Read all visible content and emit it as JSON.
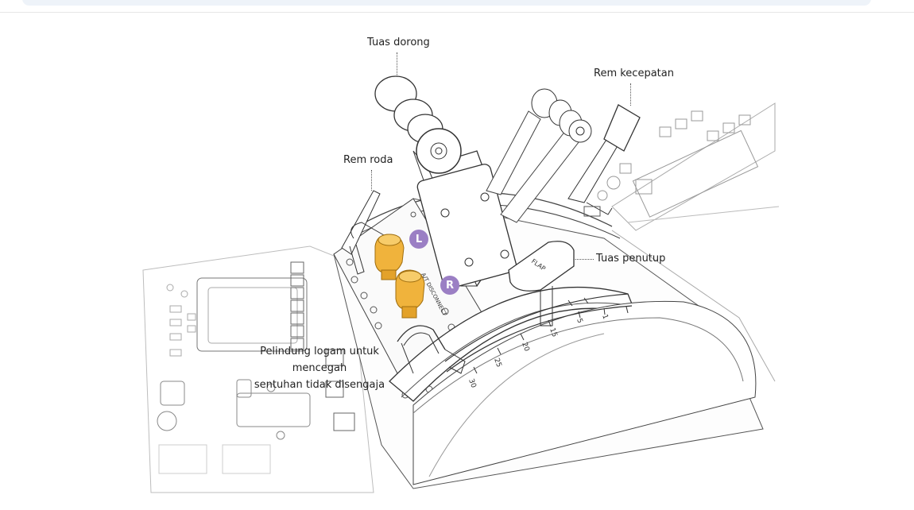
{
  "labels": {
    "thrust_lever": "Tuas dorong",
    "speed_brake": "Rem kecepatan",
    "parking_brake": "Rem roda",
    "flap_lever": "Tuas penutup",
    "guard_line1": "Pelindung logam untuk mencegah",
    "guard_line2": "sentuhan tidak disengaja"
  },
  "badges": {
    "left": "L",
    "right": "R"
  },
  "quadrant": {
    "flap_plate": "FLAP",
    "autothrottle": "A/T DISCONNECT",
    "flap_detents": [
      "30",
      "25",
      "20",
      "15",
      "5",
      "1"
    ]
  },
  "colors": {
    "badge": "#9b7fc4",
    "fuel_lever": "#f0b33c",
    "line": "#3a3a3a"
  }
}
